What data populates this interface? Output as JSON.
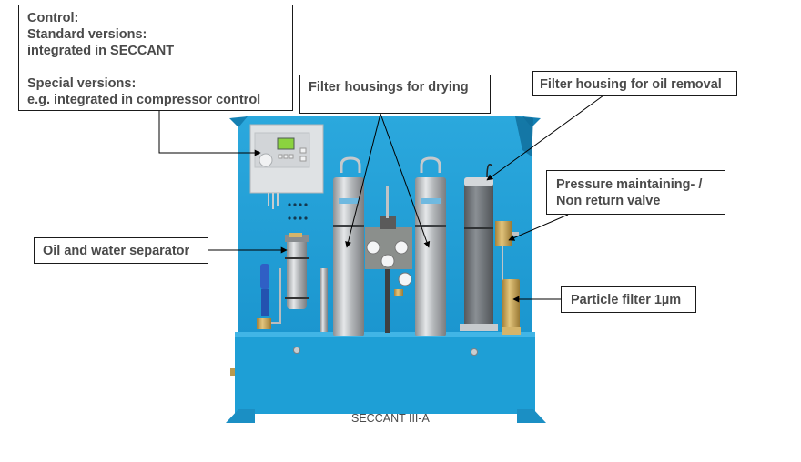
{
  "labels": {
    "control": {
      "line1": "Control:",
      "line2": "Standard versions:",
      "line3": "integrated in SECCANT",
      "line4": "Special versions:",
      "line5": "e.g. integrated in compressor control"
    },
    "drying": "Filter housings for drying",
    "oil_removal": "Filter housing for oil removal",
    "pressure_valve": {
      "line1": "Pressure maintaining- /",
      "line2": "Non return valve"
    },
    "separator": "Oil and water separator",
    "particle_filter": "Particle filter 1µm"
  },
  "caption": "SECCANT III-A",
  "colors": {
    "panel_blue": "#1e9fd6",
    "text": "#4a4a4a",
    "steel": "#b9bcbf",
    "brass": "#c9a552",
    "carbon_filter": "#6e7378"
  }
}
